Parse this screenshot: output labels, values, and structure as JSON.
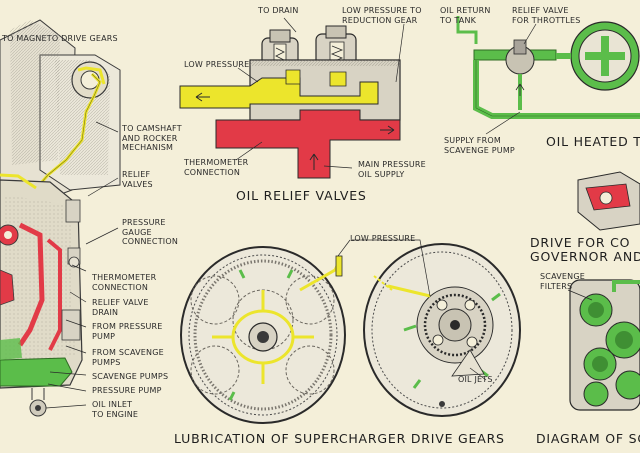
{
  "labels": {
    "magneto": "TO MAGNETO DRIVE GEARS",
    "camshaft": "TO CAMSHAFT\nAND ROCKER\nMECHANISM",
    "relief_valves_left": "RELIEF\nVALVES",
    "pressure_gauge": "PRESSURE\nGAUGE\nCONNECTION",
    "thermo_left": "THERMOMETER\nCONNECTION",
    "relief_valve_drain": "RELIEF VALVE\nDRAIN",
    "from_pressure_pump": "FROM PRESSURE\nPUMP",
    "from_scavenge_pumps": "FROM SCAVENGE\nPUMPS",
    "scavenge_pumps": "SCAVENGE PUMPS",
    "pressure_pump": "PRESSURE PUMP",
    "oil_inlet": "OIL INLET\nTO ENGINE",
    "to_drain": "TO DRAIN",
    "low_pressure_reduction": "LOW PRESSURE TO\nREDUCTION GEAR",
    "low_pressure_valve": "LOW PRESSURE",
    "thermo_valve": "THERMOMETER\nCONNECTION",
    "main_pressure": "MAIN PRESSURE\nOIL SUPPLY",
    "oil_return": "OIL RETURN\nTO TANK",
    "relief_throttles": "RELIEF VALVE\nFOR THROTTLES",
    "supply_scavenge": "SUPPLY FROM\nSCAVENGE PUMP",
    "low_pressure_gears": "LOW PRESSURE",
    "oil_jets": "OIL JETS",
    "scavenge_filters": "SCAVENGE\nFILTERS"
  },
  "titles": {
    "oil_relief_valves": "OIL RELIEF VALVES",
    "oil_heated": "OIL HEATED T",
    "drive_for": "DRIVE FOR CO\nGOVERNOR AND",
    "lubrication": "LUBRICATION OF SUPERCHARGER DRIVE GEARS",
    "diagram_of": "DIAGRAM OF SC"
  },
  "colors": {
    "paper": "#f4efd9",
    "ink": "#2a2a2a",
    "pressure_red": "#e23a47",
    "low_pressure_yellow": "#ece52c",
    "scavenge_green": "#5bbd4a",
    "body_grey": "#d8d3c4",
    "shading": "#9a968c"
  },
  "icons": [
    "flow-arrow-icon",
    "engine-cross-section-icon",
    "oil-relief-valve-icon",
    "throttle-heater-icon",
    "supercharger-gear-icon",
    "scavenge-pump-icon"
  ]
}
